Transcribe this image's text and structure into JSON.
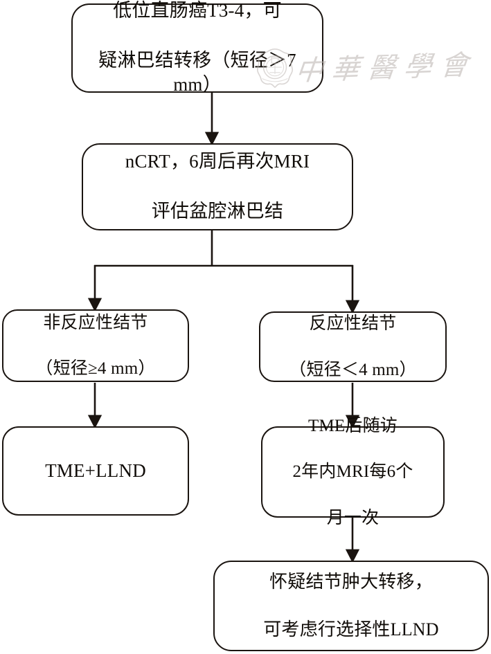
{
  "figure": {
    "type": "flowchart",
    "orientation": "top-down",
    "nodes": [
      {
        "id": "diagnosis",
        "lines": [
          "低位直肠癌T3-4，可",
          "疑淋巴结转移（短径＞7 mm）"
        ],
        "shape": "rounded-rectangle"
      },
      {
        "id": "ncrt",
        "lines": [
          "nCRT，6周后再次MRI",
          "评估盆腔淋巴结"
        ],
        "shape": "rounded-rectangle"
      },
      {
        "id": "nonreactive",
        "lines": [
          "非反应性结节",
          "（短径≥4 mm）"
        ],
        "shape": "rounded-rectangle"
      },
      {
        "id": "reactive",
        "lines": [
          "反应性结节",
          "（短径＜4 mm）"
        ],
        "shape": "rounded-rectangle"
      },
      {
        "id": "tme_llnd",
        "lines": [
          "TME+LLND"
        ],
        "shape": "rounded-rectangle"
      },
      {
        "id": "followup",
        "lines": [
          "TME后随访",
          "2年内MRI每6个",
          "月一次"
        ],
        "shape": "rounded-rectangle"
      },
      {
        "id": "selective_llnd",
        "lines": [
          "怀疑结节肿大转移，",
          "可考虑行选择性LLND"
        ],
        "shape": "rounded-rectangle"
      }
    ],
    "edges": [
      {
        "from": "diagnosis",
        "to": "ncrt",
        "style": "straight-arrow"
      },
      {
        "from": "ncrt",
        "to": "nonreactive",
        "style": "split-elbow-arrow"
      },
      {
        "from": "ncrt",
        "to": "reactive",
        "style": "split-elbow-arrow"
      },
      {
        "from": "nonreactive",
        "to": "tme_llnd",
        "style": "straight-arrow"
      },
      {
        "from": "reactive",
        "to": "followup",
        "style": "straight-arrow"
      },
      {
        "from": "followup",
        "to": "selective_llnd",
        "style": "straight-arrow"
      }
    ],
    "colors": {
      "node_border": "#1a1410",
      "node_fill": "#ffffff",
      "connector": "#1a1410",
      "text": "#100c08",
      "watermark": "#b9b2ae",
      "background": "#ffffff"
    }
  },
  "nodes": {
    "diagnosis": {
      "line1": "低位直肠癌T3-4，可",
      "line2": "疑淋巴结转移（短径＞7 mm）"
    },
    "ncrt": {
      "line1": "nCRT，6周后再次MRI",
      "line2": "评估盆腔淋巴结"
    },
    "nonreactive": {
      "line1": "非反应性结节",
      "line2": "（短径≥4 mm）"
    },
    "reactive": {
      "line1": "反应性结节",
      "line2": "（短径＜4 mm）"
    },
    "tme_llnd": {
      "line1": "TME+LLND"
    },
    "followup": {
      "line1": "TME后随访",
      "line2": "2年内MRI每6个",
      "line3": "月一次"
    },
    "selective_llnd": {
      "line1": "怀疑结节肿大转移，",
      "line2": "可考虑行选择性LLND"
    }
  },
  "watermark": {
    "text": "中華醫學會",
    "seal_label": "seal-emblem"
  }
}
